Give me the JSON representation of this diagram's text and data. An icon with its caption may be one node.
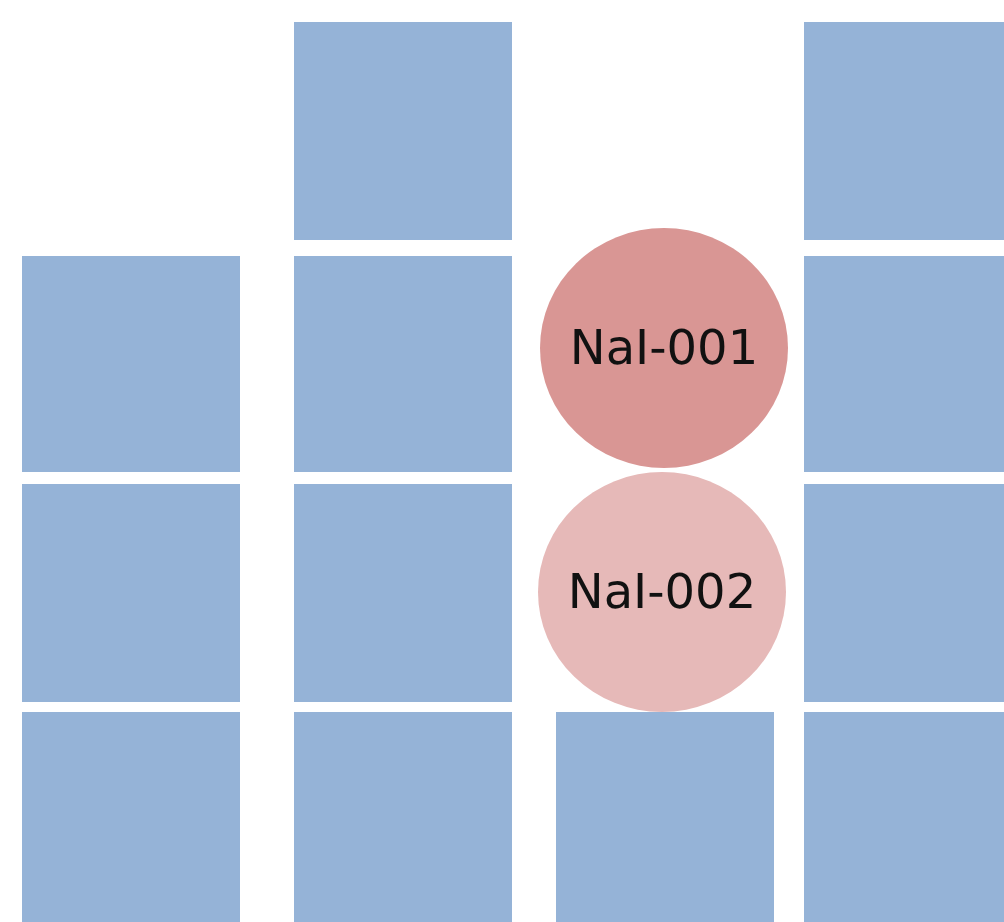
{
  "diagram": {
    "nodes": [
      {
        "text": [],
        "shape": "box"
      },
      {
        "text": [],
        "shape": "box"
      },
      {
        "text": [],
        "shape": "box"
      },
      {
        "text": [],
        "shape": "box"
      },
      {
        "text": [
          "NaI-001"
        ]
      },
      {
        "text": [],
        "shape": "box"
      },
      {
        "text": [],
        "shape": "box"
      },
      {
        "text": [],
        "shape": "box"
      },
      {
        "text": [
          "NaI-002"
        ]
      },
      {
        "text": [],
        "shape": "box"
      },
      {
        "text": [],
        "shape": "box"
      },
      {
        "text": [],
        "shape": "box"
      },
      {
        "text": [],
        "shape": "box"
      },
      {
        "text": [],
        "shape": "box"
      }
    ]
  }
}
